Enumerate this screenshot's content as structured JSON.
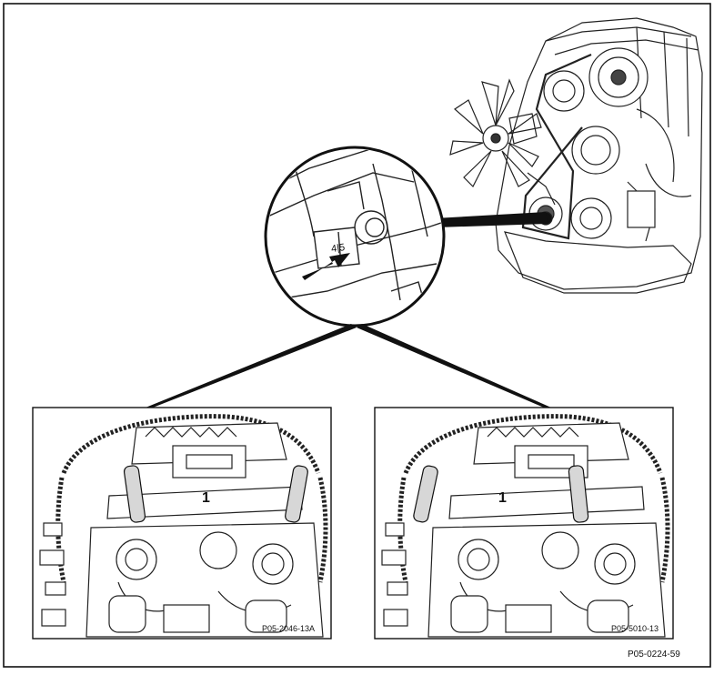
{
  "figure": {
    "id_label": "P05-0224-59",
    "left_panel": {
      "label": "P05-2046-13A",
      "part_number": "1"
    },
    "right_panel": {
      "label": "P05-5010-13",
      "part_number": "1"
    },
    "magnifier": {
      "scale_mark": "4|5"
    }
  },
  "icons": {
    "pointer": "arrow-icon",
    "magnifier": "magnifier-icon"
  }
}
